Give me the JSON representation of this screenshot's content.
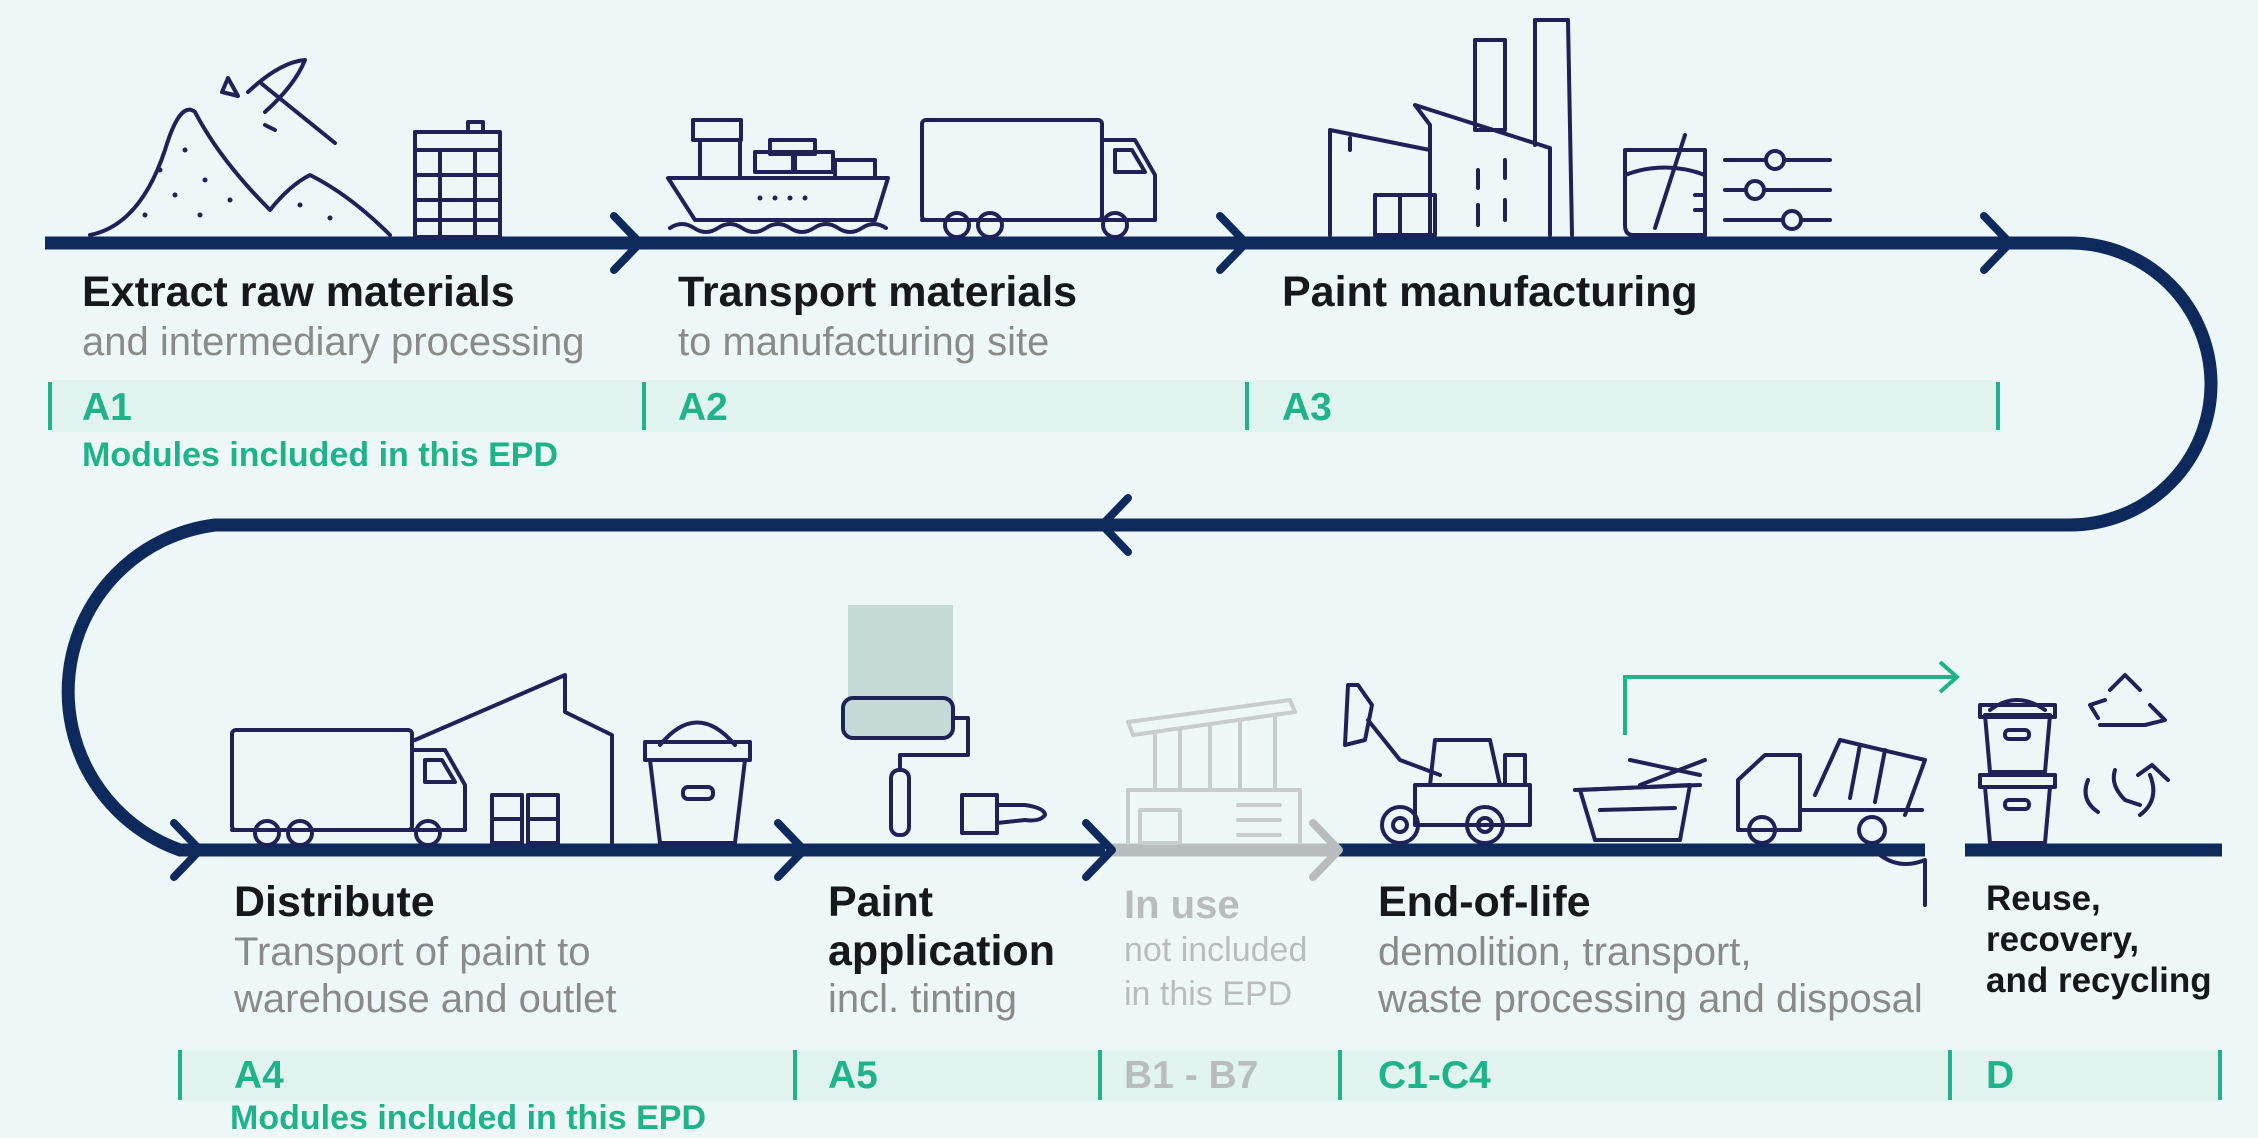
{
  "colors": {
    "navy": "#0e2a5c",
    "green": "#1fb38a",
    "grey": "#b8bcbc",
    "band": "#e1f3ee"
  },
  "stages": {
    "a1": {
      "title": "Extract raw materials",
      "sub": "and intermediary processing",
      "module": "A1",
      "note": "Modules included in this EPD"
    },
    "a2": {
      "title": "Transport materials",
      "sub": "to manufacturing site",
      "module": "A2"
    },
    "a3": {
      "title": "Paint manufacturing",
      "module": "A3"
    },
    "a4": {
      "title": "Distribute",
      "sub1": "Transport of paint to",
      "sub2": "warehouse and outlet",
      "module": "A4",
      "note": "Modules included in this EPD"
    },
    "a5": {
      "title1": "Paint",
      "title2": "application",
      "sub": "incl. tinting",
      "module": "A5"
    },
    "b": {
      "title": "In use",
      "sub1": "not included",
      "sub2": "in this EPD",
      "module": "B1 - B7"
    },
    "c": {
      "title": "End-of-life",
      "sub1": "demolition, transport,",
      "sub2": "waste processing and disposal",
      "module": "C1-C4"
    },
    "d": {
      "title1": "Reuse,",
      "title2": "recovery,",
      "title3": "and recycling",
      "module": "D"
    }
  }
}
